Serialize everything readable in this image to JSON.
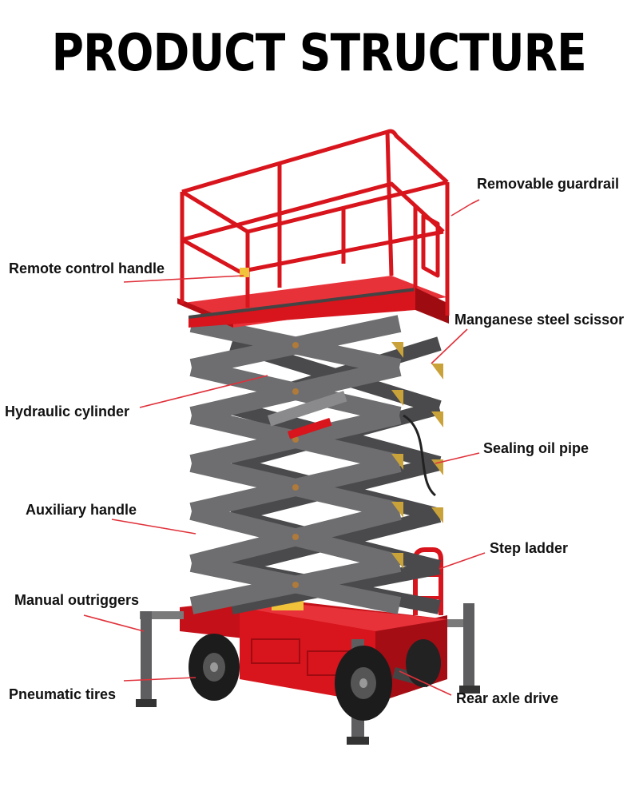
{
  "title": "PRODUCT STRUCTURE",
  "colors": {
    "frame_red": "#d8141c",
    "frame_dark_red": "#9e0c12",
    "scissor_gray": "#6e6e70",
    "scissor_dark": "#4a4a4c",
    "tire_black": "#1c1c1c",
    "leader_line": "#e0313a",
    "bracket_gold": "#c9a23a"
  },
  "labels": {
    "removable_guardrail": "Removable guardrail",
    "remote_control_handle": "Remote control handle",
    "manganese_steel_scissor": "Manganese steel scissor",
    "hydraulic_cylinder": "Hydraulic cylinder",
    "sealing_oil_pipe": "Sealing oil pipe",
    "auxiliary_handle": "Auxiliary handle",
    "step_ladder": "Step ladder",
    "manual_outriggers": "Manual outriggers",
    "pneumatic_tires": "Pneumatic tires",
    "rear_axle_drive": "Rear axle drive"
  }
}
